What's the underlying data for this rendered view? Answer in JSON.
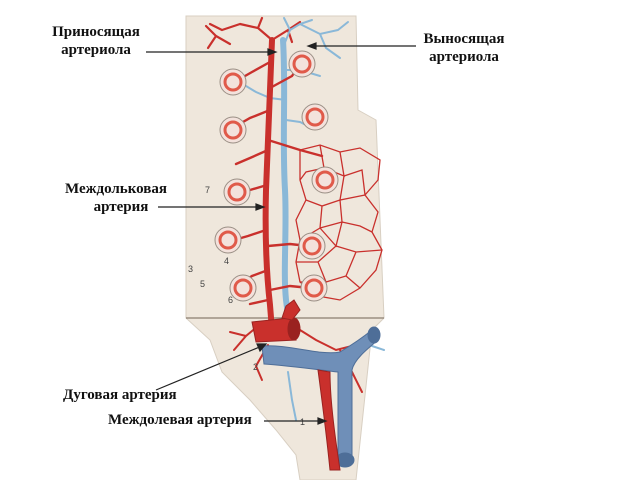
{
  "labels": {
    "afferent": {
      "line1": "Приносящая",
      "line2": "артериола"
    },
    "efferent": {
      "line1": "Выносящая",
      "line2": "артериола"
    },
    "interlobular": {
      "line1": "Междольковая",
      "line2": "артерия"
    },
    "arcuate": "Дуговая артерия",
    "interlobar": "Междолевая артерия"
  },
  "figure_numbers": {
    "n1": "1",
    "n2": "2",
    "n3": "3",
    "n4": "4",
    "n5": "5",
    "n6": "6",
    "n7": "7"
  },
  "colors": {
    "background": "#ffffff",
    "plate": "#efe7dc",
    "artery": "#c9302c",
    "vein": "#6f8fb8",
    "capillary_blue": "#8ab8d8",
    "glomerulus": "#e05a4a",
    "label_text": "#111111",
    "leader_line": "#222222"
  }
}
